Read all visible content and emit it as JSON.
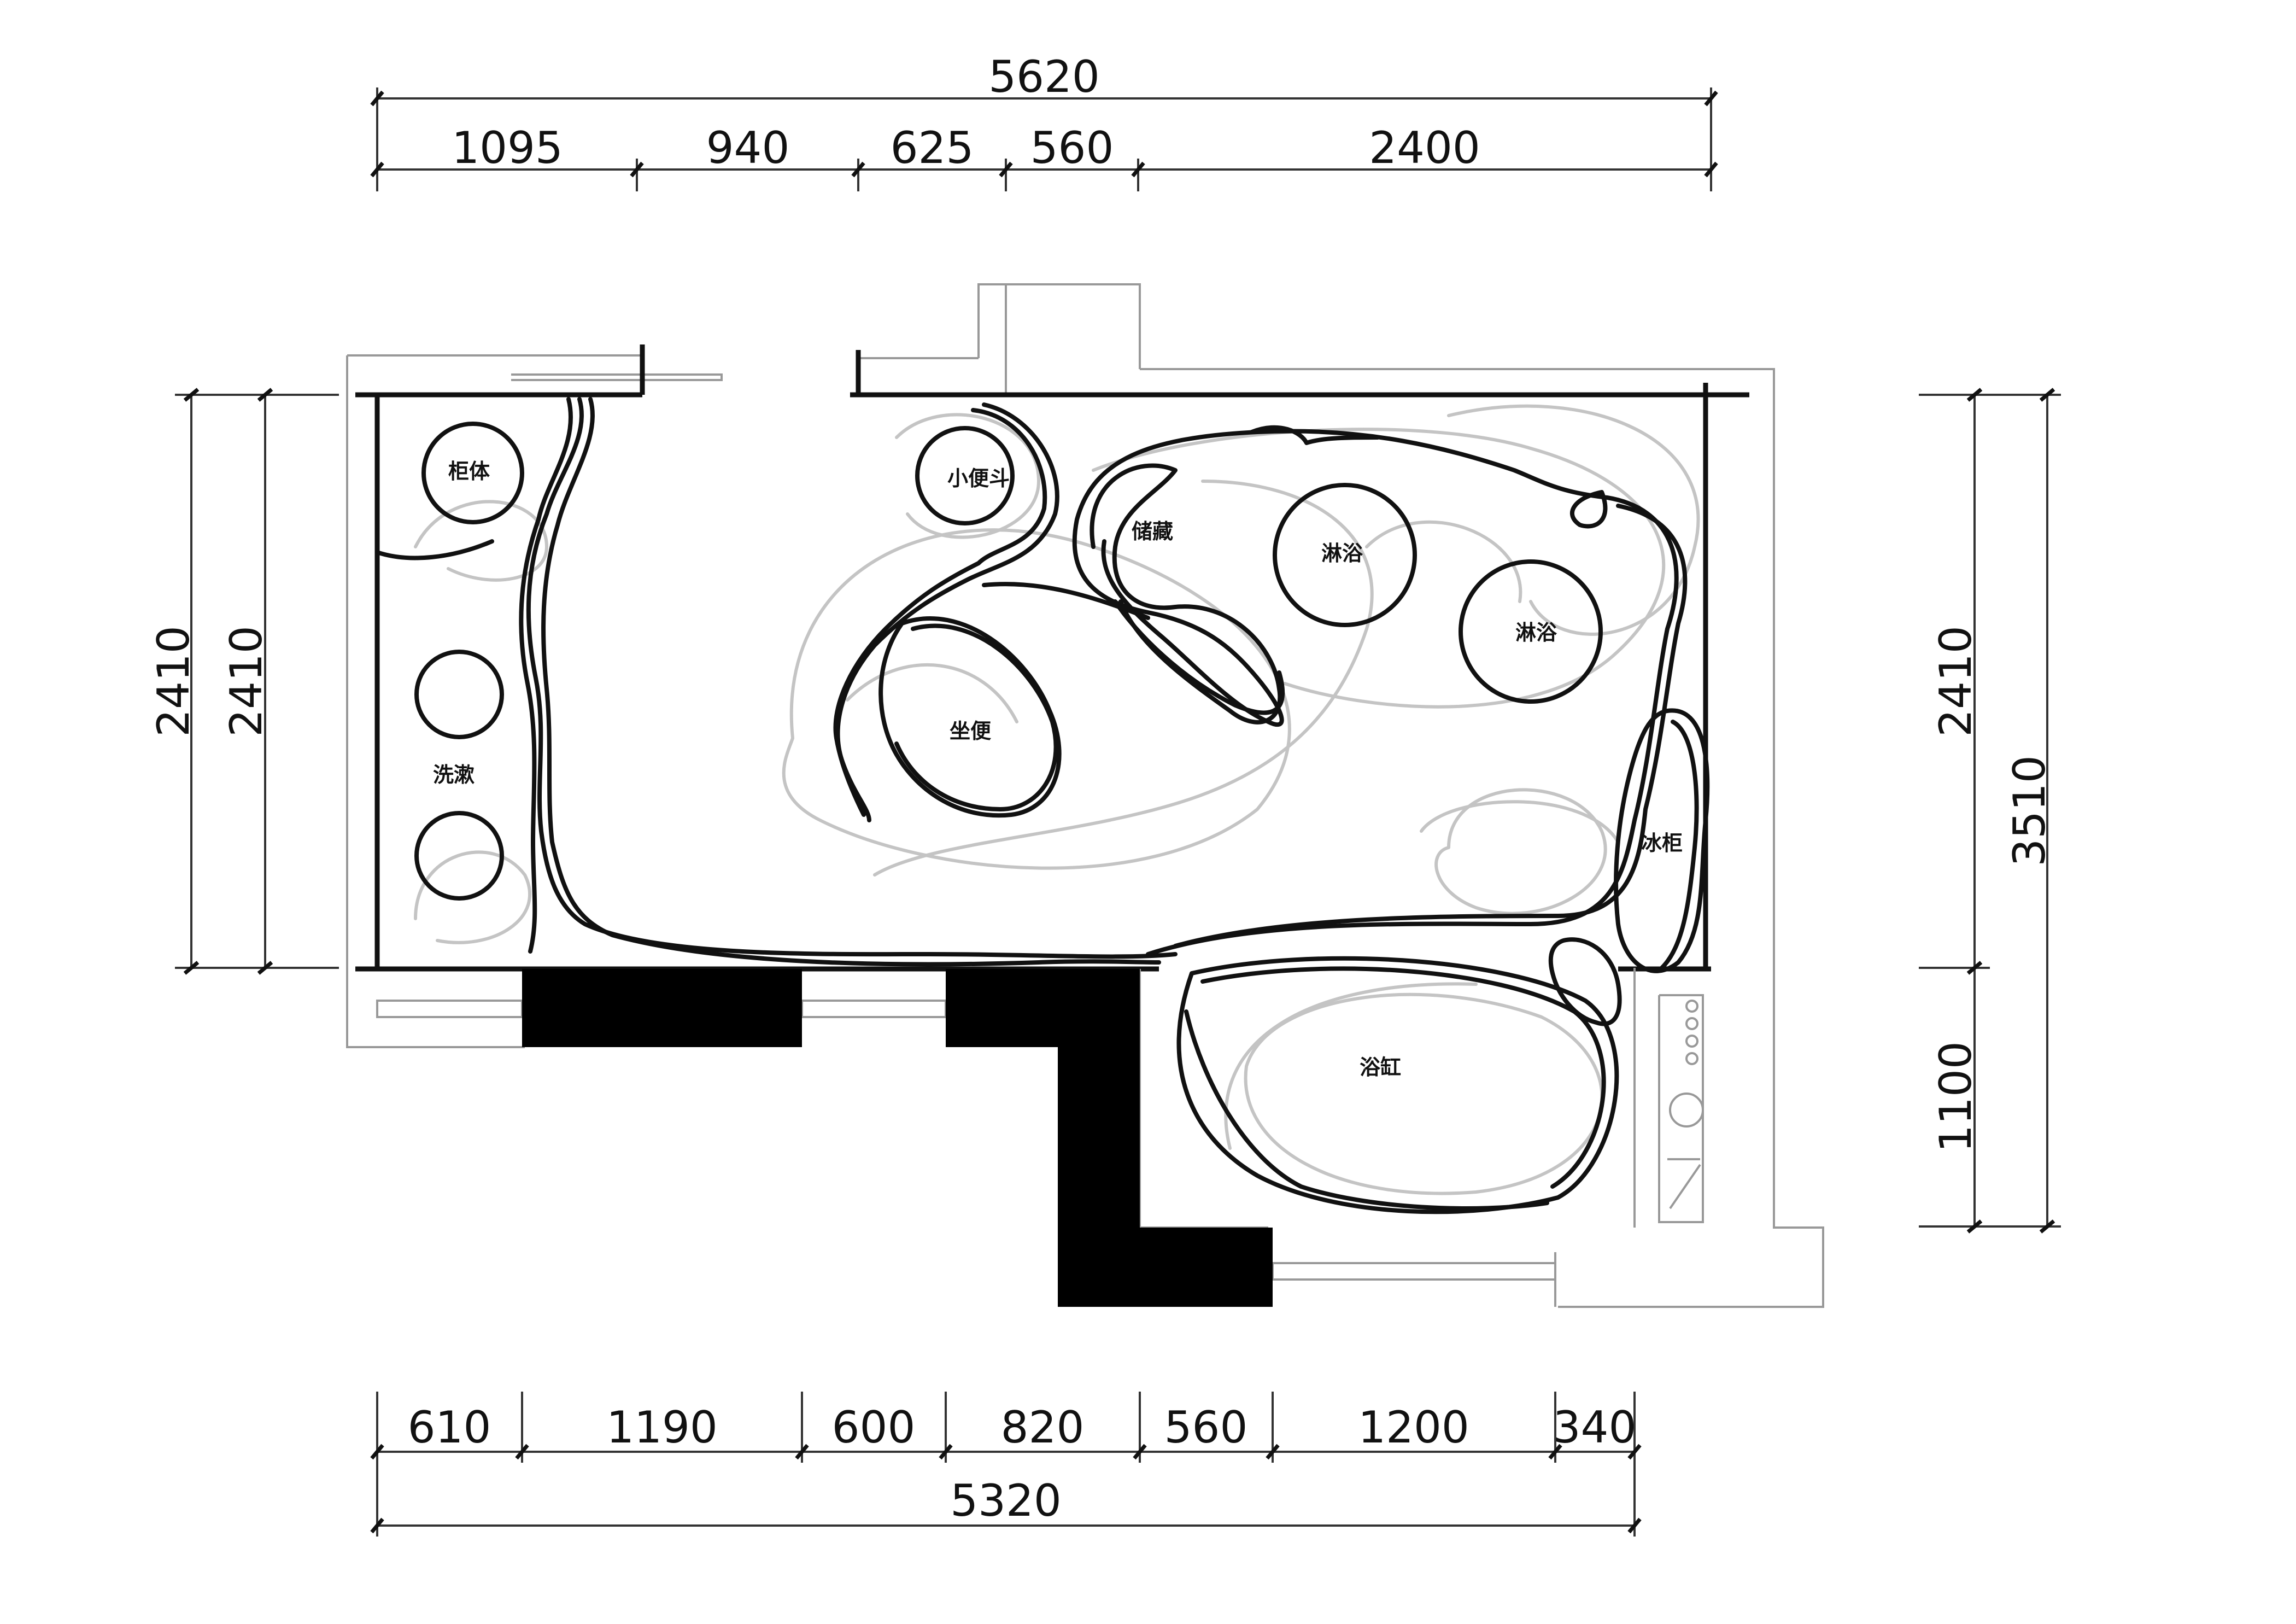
{
  "dimensions": {
    "top_total": "5620",
    "top_segments": [
      "1095",
      "940",
      "625",
      "560",
      "2400"
    ],
    "bottom_total": "5320",
    "bottom_segments": [
      "610",
      "1190",
      "600",
      "820",
      "560",
      "1200",
      "340"
    ],
    "left_outer": "2410",
    "left_inner": "2410",
    "right_upper": "2410",
    "right_lower": "1100",
    "right_total": "3510"
  },
  "rooms": {
    "cabinet": "柜体",
    "wash": "洗漱",
    "urinal": "小便斗",
    "storage": "储藏",
    "shower_1": "淋浴",
    "shower_2": "淋浴",
    "toilet": "坐便",
    "fridge": "冰柜",
    "bathtub": "浴缸"
  },
  "colors": {
    "line": "#111111",
    "sketch_light": "#c4c4c4",
    "wall_fill": "#000000"
  }
}
